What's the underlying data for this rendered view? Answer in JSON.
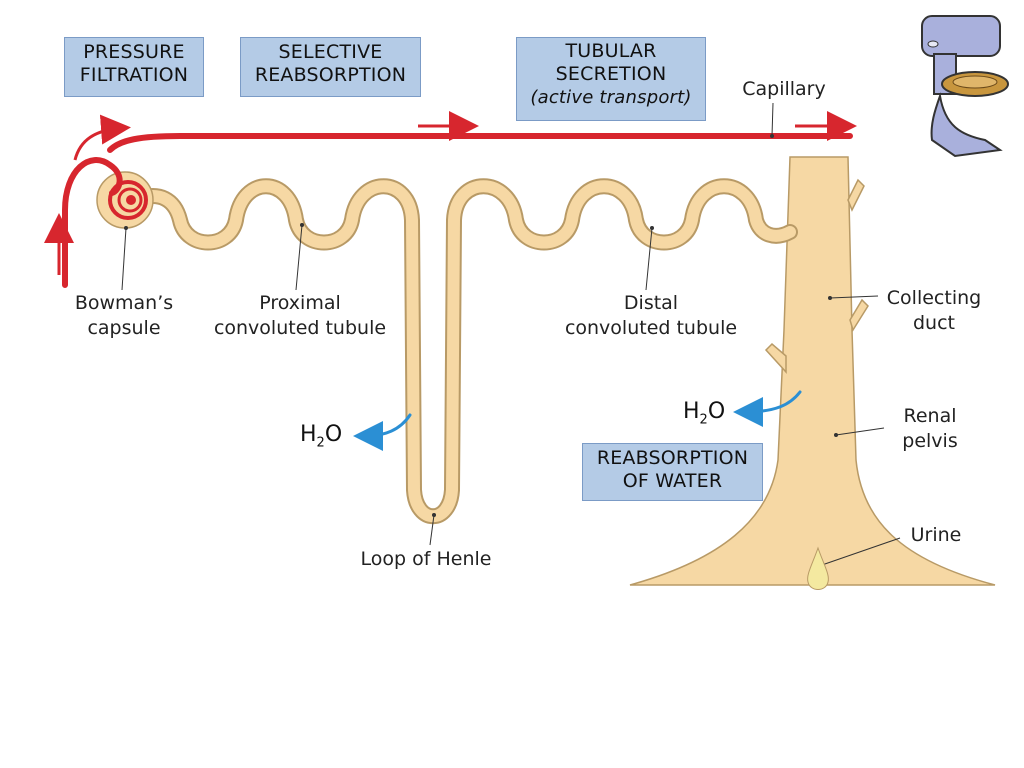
{
  "boxes": {
    "pressure_filtration": [
      "PRESSURE",
      "FILTRATION"
    ],
    "selective_reabsorption": [
      "SELECTIVE",
      "REABSORPTION"
    ],
    "tubular_secretion": [
      "TUBULAR",
      "SECRETION"
    ],
    "tubular_secretion_sub": "(active transport)",
    "reabsorption_of_water": [
      "REABSORPTION",
      "OF WATER"
    ]
  },
  "labels": {
    "capillary": "Capillary",
    "bowmans_capsule": [
      "Bowman’s",
      "capsule"
    ],
    "proximal_tubule": [
      "Proximal",
      "convoluted tubule"
    ],
    "distal_tubule": [
      "Distal",
      "convoluted tubule"
    ],
    "collecting_duct": [
      "Collecting",
      "duct"
    ],
    "renal_pelvis": [
      "Renal",
      "pelvis"
    ],
    "urine": "Urine",
    "loop_of_henle": "Loop of Henle"
  },
  "water": {
    "h": "H",
    "subscript": "2",
    "o": "O"
  },
  "colors": {
    "capillary_red": "#d7262e",
    "tubule_fill": "#f6d8a4",
    "tubule_outline": "#b89a66",
    "label_box": "#b4cbe6",
    "water_arrow": "#2b8fd4"
  },
  "icons": [
    "toilet-icon",
    "blood-flow-arrow",
    "water-arrow"
  ]
}
